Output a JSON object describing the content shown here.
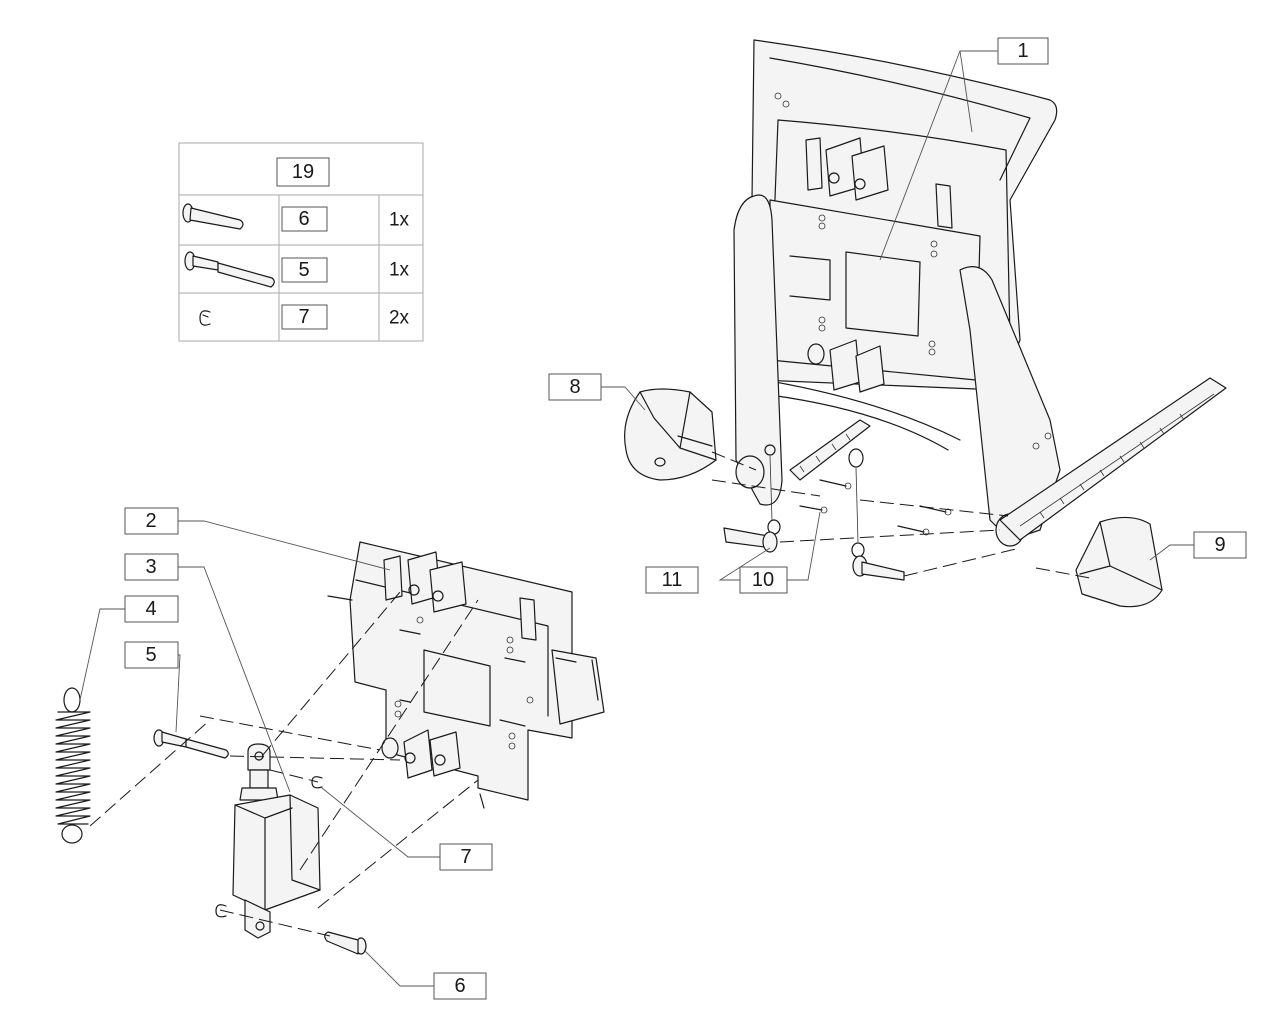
{
  "callouts": [
    {
      "id": "callout-1",
      "label": "1"
    },
    {
      "id": "callout-2",
      "label": "2"
    },
    {
      "id": "callout-3",
      "label": "3"
    },
    {
      "id": "callout-4",
      "label": "4"
    },
    {
      "id": "callout-5",
      "label": "5"
    },
    {
      "id": "callout-7",
      "label": "7"
    },
    {
      "id": "callout-6",
      "label": "6"
    },
    {
      "id": "callout-8",
      "label": "8"
    },
    {
      "id": "callout-9",
      "label": "9"
    },
    {
      "id": "callout-10",
      "label": "10"
    },
    {
      "id": "callout-11",
      "label": "11"
    }
  ],
  "kit_table": {
    "header": "19",
    "rows": [
      {
        "icon": "short-pin-icon",
        "part": "6",
        "qty": "1x"
      },
      {
        "icon": "long-pin-icon",
        "part": "5",
        "qty": "1x"
      },
      {
        "icon": "e-clip-icon",
        "part": "7",
        "qty": "2x"
      }
    ]
  }
}
